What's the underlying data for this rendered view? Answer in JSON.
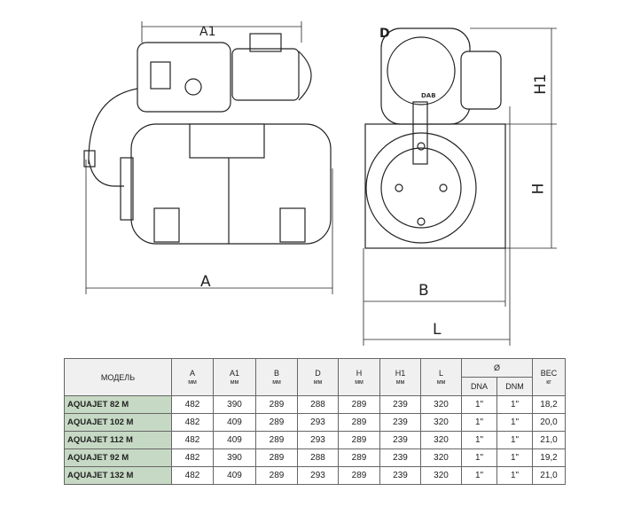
{
  "drawing": {
    "labels": {
      "A1": "A1",
      "A": "A",
      "D": "D",
      "H1": "H1",
      "H": "H",
      "B": "B",
      "L": "L"
    },
    "brand": "DAB"
  },
  "table": {
    "headers": {
      "model": "МОДЕЛЬ",
      "cols": [
        {
          "name": "A",
          "unit": "мм"
        },
        {
          "name": "A1",
          "unit": "мм"
        },
        {
          "name": "B",
          "unit": "мм"
        },
        {
          "name": "D",
          "unit": "мм"
        },
        {
          "name": "H",
          "unit": "мм"
        },
        {
          "name": "H1",
          "unit": "мм"
        },
        {
          "name": "L",
          "unit": "мм"
        }
      ],
      "diameter": "Ø",
      "dna": "DNA",
      "dnm": "DNM",
      "weight": {
        "name": "ВЕС",
        "unit": "кг"
      }
    },
    "rows": [
      [
        "AQUAJET 82 M",
        "482",
        "390",
        "289",
        "288",
        "289",
        "239",
        "320",
        "1\"",
        "1\"",
        "18,2"
      ],
      [
        "AQUAJET 102 M",
        "482",
        "409",
        "289",
        "293",
        "289",
        "239",
        "320",
        "1\"",
        "1\"",
        "20,0"
      ],
      [
        "AQUAJET 112 M",
        "482",
        "409",
        "289",
        "293",
        "289",
        "239",
        "320",
        "1\"",
        "1\"",
        "21,0"
      ],
      [
        "AQUAJET 92 M",
        "482",
        "390",
        "289",
        "288",
        "289",
        "239",
        "320",
        "1\"",
        "1\"",
        "19,2"
      ],
      [
        "AQUAJET 132 M",
        "482",
        "409",
        "289",
        "293",
        "289",
        "239",
        "320",
        "1\"",
        "1\"",
        "21,0"
      ]
    ]
  }
}
